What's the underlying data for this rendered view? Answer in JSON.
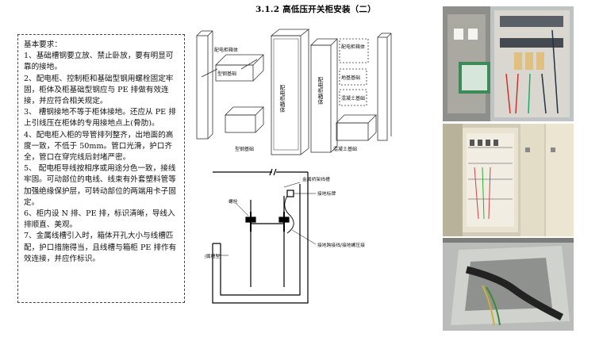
{
  "title": "3.1.2  高低压开关柜安装（二）",
  "requirements": {
    "heading": "基本要求：",
    "items": [
      "1、基础槽钢要立放、禁止卧放，要有明显可靠的接地。",
      "2、配电柜、控制柜和基础型钢用螺栓固定牢固，柜体及柜基础型钢应与 PE 排做有效连接，并应符合相关规定。",
      "3、 槽钢接地不等于柜体接地。还应从 PE 排上引线压在柜体的专用接地点上(骨肋)。",
      "4、配电柜入柜的导管排列整齐，出地面的高度一致，不低于 50mm。管口光滑，护口齐全，管口在穿完线后封堵严密。",
      "5、 配电柜导线按相序或用途分色一致，接线牢固。可动部位的电线、线束有外套塑料管等加强绝缘保护层，可转动部位的两端用卡子固定。",
      "6、柜内设 N 排、PE 排，标识清晰，导线入排顺直、美观。",
      "7、金属线槽引入时，箱体开孔大小与线槽匹配，护口措施得当，且线槽与箱柜 PE 排作有效连接，并应作标识。"
    ]
  },
  "diagram_top": {
    "labels": {
      "cabinet_box": "配电柜箱体",
      "base_steel": "型钢基础",
      "cabinet_body_1": "配电柜箱体",
      "cabinet_body_2": "配电柜箱体",
      "cabinet_body_3": "配电柜箱体",
      "ground_base": "地基基础",
      "concrete_base": "混凝土基础",
      "steel_base_bottom": "型钢基础",
      "concrete_base_bottom": "混凝土基础"
    }
  },
  "diagram_bottom": {
    "labels": {
      "tray": "金属桥架线槽",
      "bolt": "螺栓",
      "ground_mark": "接地标牌",
      "metal_trunk": "金属槽型",
      "bond_wire": "接地跨接线/接地螺压接"
    }
  },
  "photos": [
    {
      "icon": "electrical-panel-photo"
    },
    {
      "icon": "switchgear-cabinet-photo"
    },
    {
      "icon": "cable-tray-entry-photo"
    }
  ]
}
